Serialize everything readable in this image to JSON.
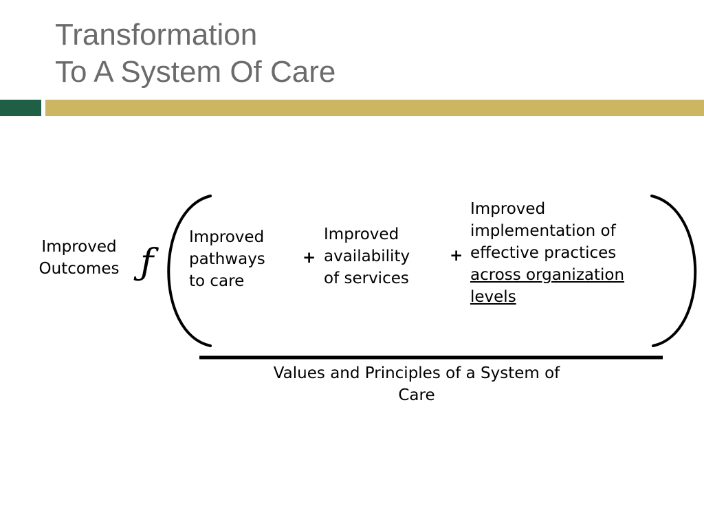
{
  "title": {
    "line1": "Transformation",
    "line2": "To A System Of Care"
  },
  "colors": {
    "title_text": "#6b6b6b",
    "accent_green": "#1f5f45",
    "accent_gold": "#ccb662"
  },
  "equation": {
    "outcome": {
      "line1": "Improved",
      "line2": "Outcomes"
    },
    "function_symbol": "ƒ",
    "terms": [
      {
        "lines": [
          "Improved",
          "pathways",
          "to care"
        ]
      },
      {
        "lines": [
          "Improved",
          "availability",
          "of services"
        ]
      },
      {
        "lines": [
          "Improved",
          "implementation of",
          "effective practices",
          "across organization",
          "levels"
        ]
      }
    ],
    "operator": "+"
  },
  "foundation": {
    "line1": "Values and Principles of a System of",
    "line2": "Care"
  }
}
